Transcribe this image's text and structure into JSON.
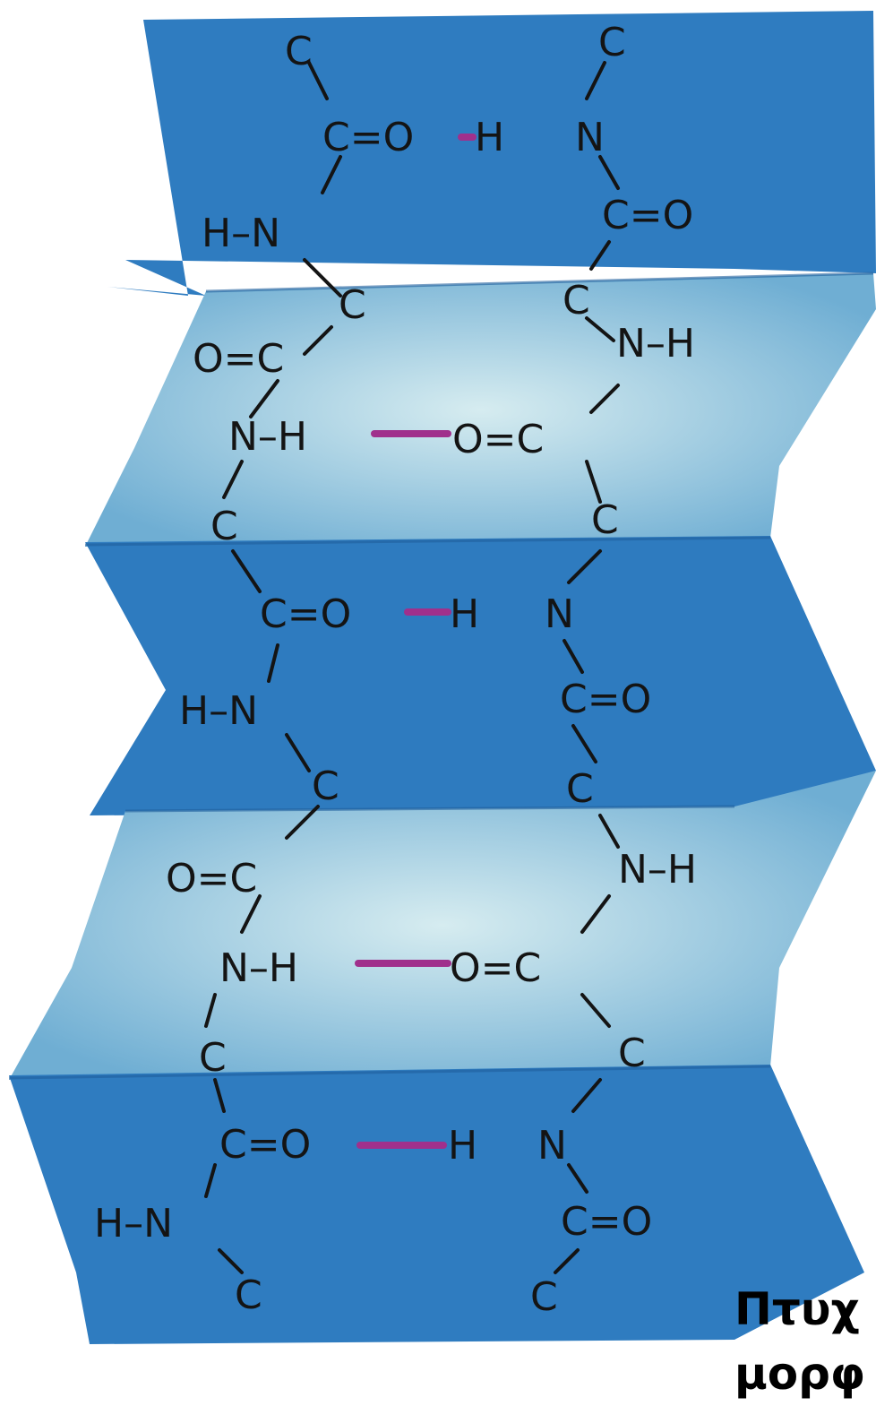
{
  "caption": {
    "line1": "Πτυχ",
    "line2": "μορφ"
  },
  "colors": {
    "band_dark": "#2f7cc0",
    "band_light": "#9cc8dc",
    "hbond": "#a0308c",
    "ink": "#141414"
  },
  "atoms": {
    "C": "C",
    "N": "N",
    "O": "O",
    "H": "H",
    "CO": "C=O",
    "OC": "O=C",
    "HN": "H–N",
    "NH": "N–H",
    "COHN": "C=O–H–N"
  }
}
